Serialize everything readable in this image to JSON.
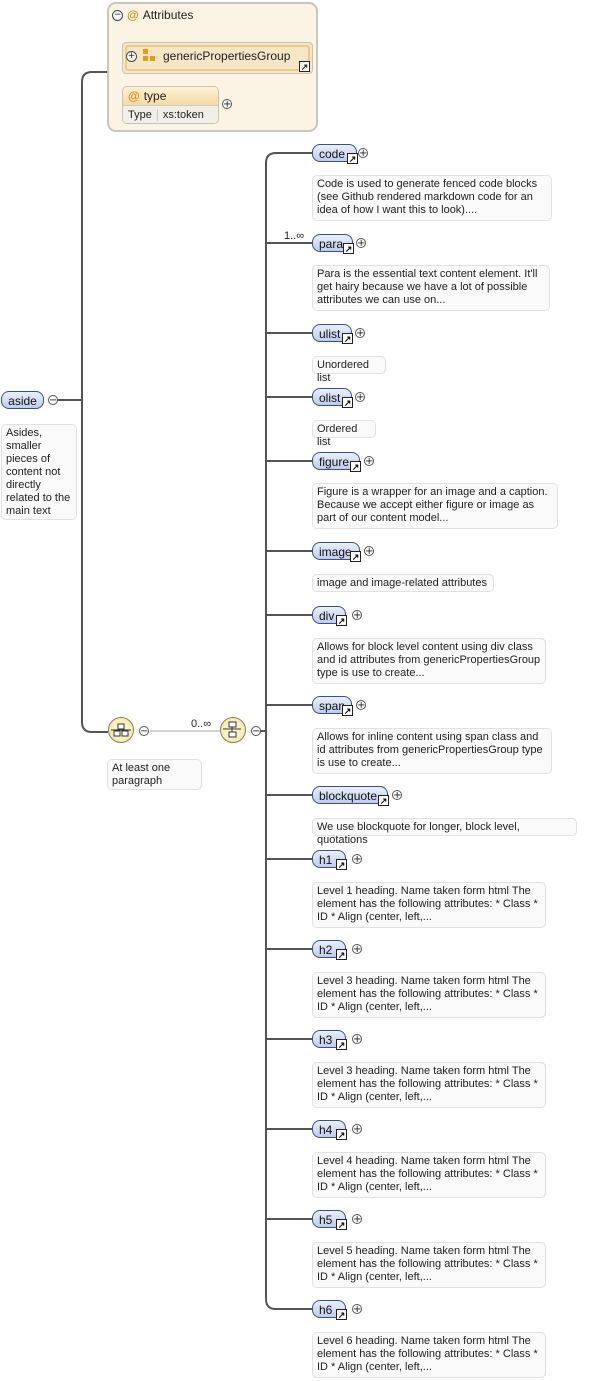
{
  "root": {
    "name": "aside",
    "doc": "Asides, smaller pieces of content not directly related to the main text"
  },
  "attributes": {
    "title": "Attributes",
    "group_name": "genericPropertiesGroup",
    "attr_name": "type",
    "type_label": "Type",
    "type_value": "xs:token"
  },
  "sequence": {
    "cardinality": "0..∞",
    "doc": "At least one paragraph"
  },
  "choice": {
    "cardinality": "1..∞"
  },
  "elements": [
    {
      "name": "code",
      "doc": "Code is used to generate fenced code blocks (see Github rendered markdown code for an idea of how I want this to look)...."
    },
    {
      "name": "para",
      "doc": "Para is the essential text content element. It'll get hairy because we have a lot of possible attributes we can use on..."
    },
    {
      "name": "ulist",
      "doc": "Unordered list"
    },
    {
      "name": "olist",
      "doc": "Ordered list"
    },
    {
      "name": "figure",
      "doc": "Figure is a wrapper for an image and a caption. Because we accept either figure or image as part of our content model..."
    },
    {
      "name": "image",
      "doc": "image and image-related attributes"
    },
    {
      "name": "div",
      "doc": "Allows for block level content using div class and id attributes from genericPropertiesGroup type is use to create..."
    },
    {
      "name": "span",
      "doc": "Allows for inline content using span class and id attributes from genericPropertiesGroup type is use to create..."
    },
    {
      "name": "blockquote",
      "doc": "We use blockquote for longer, block level, quotations"
    },
    {
      "name": "h1",
      "doc": "Level 1 heading. Name taken form html The element has the following attributes: * Class * ID * Align (center, left,..."
    },
    {
      "name": "h2",
      "doc": "Level 3 heading. Name taken form html The element has the following attributes: * Class * ID * Align (center, left,..."
    },
    {
      "name": "h3",
      "doc": "Level 3 heading. Name taken form html The element has the following attributes: * Class * ID * Align (center, left,..."
    },
    {
      "name": "h4",
      "doc": "Level 4 heading. Name taken form html The element has the following attributes: * Class * ID * Align (center, left,..."
    },
    {
      "name": "h5",
      "doc": "Level 5 heading. Name taken form html The element has the following attributes: * Class * ID * Align (center, left,..."
    },
    {
      "name": "h6",
      "doc": "Level 6 heading. Name taken form html The element has the following attributes: * Class * ID * Align (center, left,..."
    }
  ]
}
